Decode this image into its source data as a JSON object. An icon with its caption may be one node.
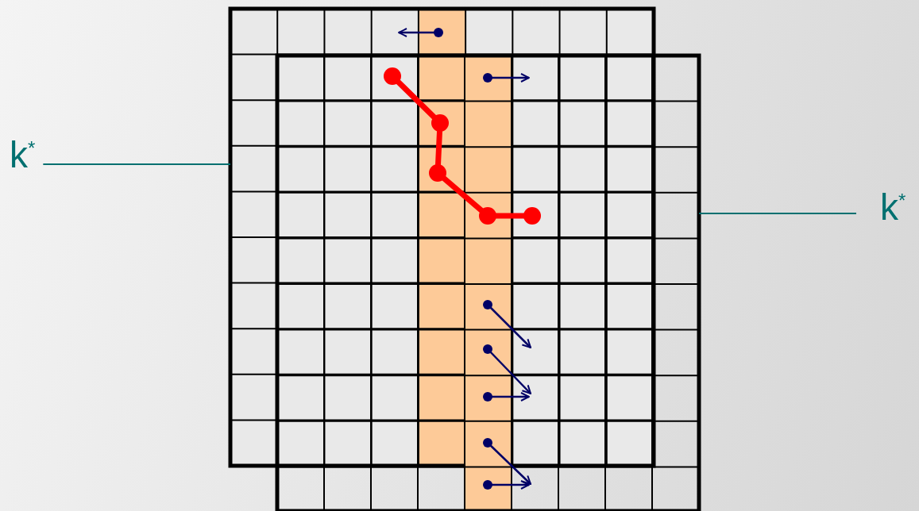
{
  "diagram": {
    "nodes": [
      {
        "text": [
          "k$^{*}$"
        ]
      },
      {
        "text": [],
        "shape": "box"
      },
      {
        "text": [],
        "shape": "box"
      },
      {
        "text": [
          "k$^{*}$"
        ]
      }
    ],
    "edges": [
      {
        "from": 0,
        "to": 1,
        "arrow": "none"
      },
      {
        "from": 3,
        "to": 2,
        "arrow": "none"
      }
    ]
  }
}
